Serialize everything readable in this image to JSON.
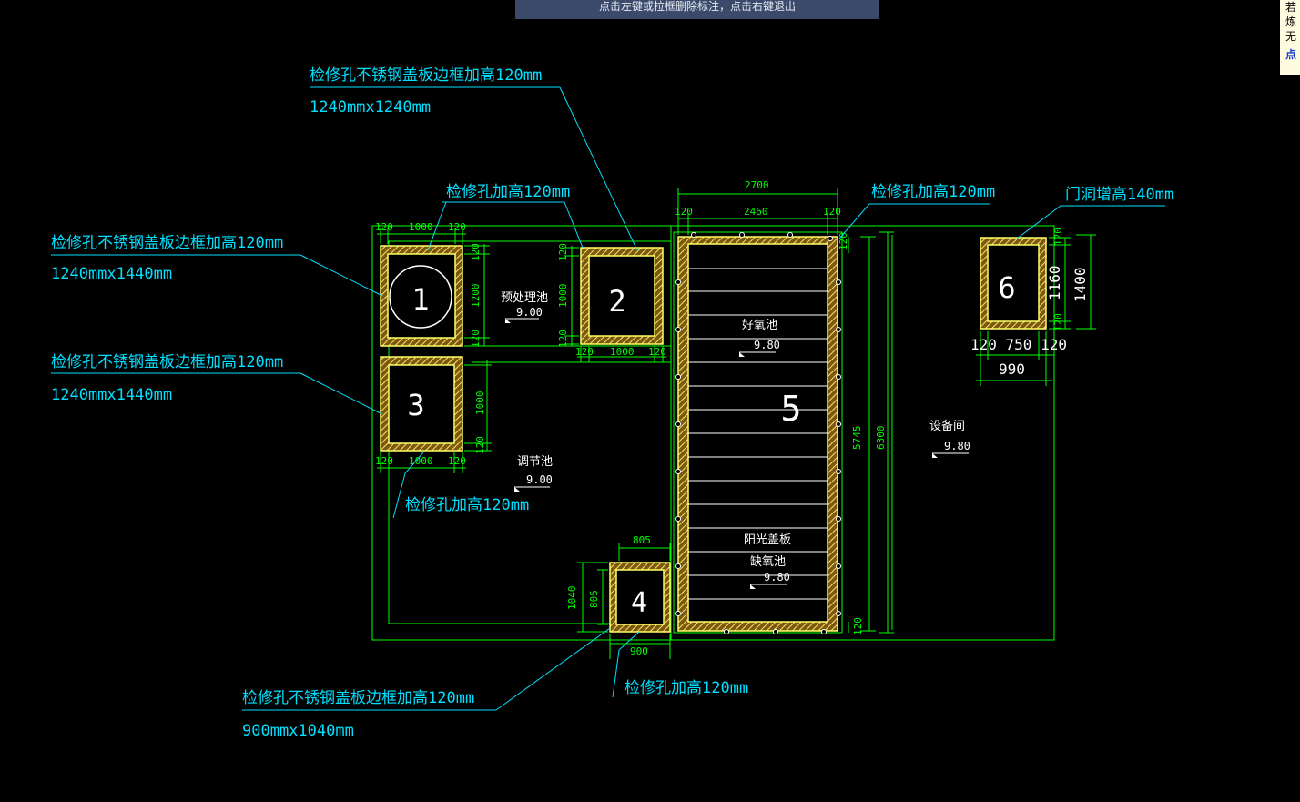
{
  "status_bar": {
    "hint": "点击左键或拉框删除标注，点击右键退出"
  },
  "side_panel": {
    "lines": [
      "若",
      "炼",
      "无"
    ],
    "link": "点"
  },
  "colors": {
    "background": "#000000",
    "wall": "#00ff00",
    "cover": "#ffff66",
    "hatch": "#c8a828",
    "annotation": "#00e0ff",
    "text": "#ffffff"
  },
  "annotations": {
    "a1": {
      "line1": "检修孔不锈钢盖板边框加高120mm",
      "line2": "1240mmx1240mm"
    },
    "a2": {
      "line1": "检修孔加高120mm"
    },
    "a3": {
      "line1": "检修孔不锈钢盖板边框加高120mm",
      "line2": "1240mmx1440mm"
    },
    "a4": {
      "line1": "检修孔不锈钢盖板边框加高120mm",
      "line2": "1240mmx1440mm"
    },
    "a5": {
      "line1": "检修孔加高120mm"
    },
    "a6": {
      "line1": "检修孔加高120mm"
    },
    "a7": {
      "line1": "门洞增高140mm"
    },
    "a8": {
      "line1": "检修孔不锈钢盖板边框加高120mm",
      "line2": "900mmx1040mm"
    },
    "a9": {
      "line1": "检修孔加高120mm"
    }
  },
  "rooms": {
    "pretreat": {
      "name": "预处理池",
      "level": "9.00"
    },
    "regulate": {
      "name": "调节池",
      "level": "9.00"
    },
    "aerobic": {
      "name": "好氧池",
      "level": "9.80"
    },
    "anoxic": {
      "name": "缺氧池",
      "level": "9.80",
      "cover": "阳光盖板"
    },
    "equipment": {
      "name": "设备间",
      "level": "9.80"
    }
  },
  "holes": [
    "1",
    "2",
    "3",
    "4",
    "5",
    "6"
  ],
  "dims": {
    "h1_top": [
      "120",
      "1000",
      "120"
    ],
    "h1_side": [
      "120",
      "1200",
      "120"
    ],
    "h2_side": [
      "120",
      "1000",
      "120"
    ],
    "h2_bottom": [
      "120",
      "1000",
      "120"
    ],
    "h3_side": [
      "1000",
      "120"
    ],
    "h3_bottom": [
      "120",
      "1000",
      "120"
    ],
    "h5_top_total": "2700",
    "h5_top": [
      "120",
      "2460",
      "120"
    ],
    "h5_right": [
      "5745",
      "6300"
    ],
    "h5_small": [
      "120",
      "120"
    ],
    "h4_top": "805",
    "h4_left": [
      "1040",
      "805"
    ],
    "h4_bottom": "900",
    "h6_right": [
      "1160",
      "1400"
    ],
    "h6_right_small": [
      "120",
      "120"
    ],
    "h6_bottom": "120 750 120",
    "h6_bottom_total": "990"
  }
}
